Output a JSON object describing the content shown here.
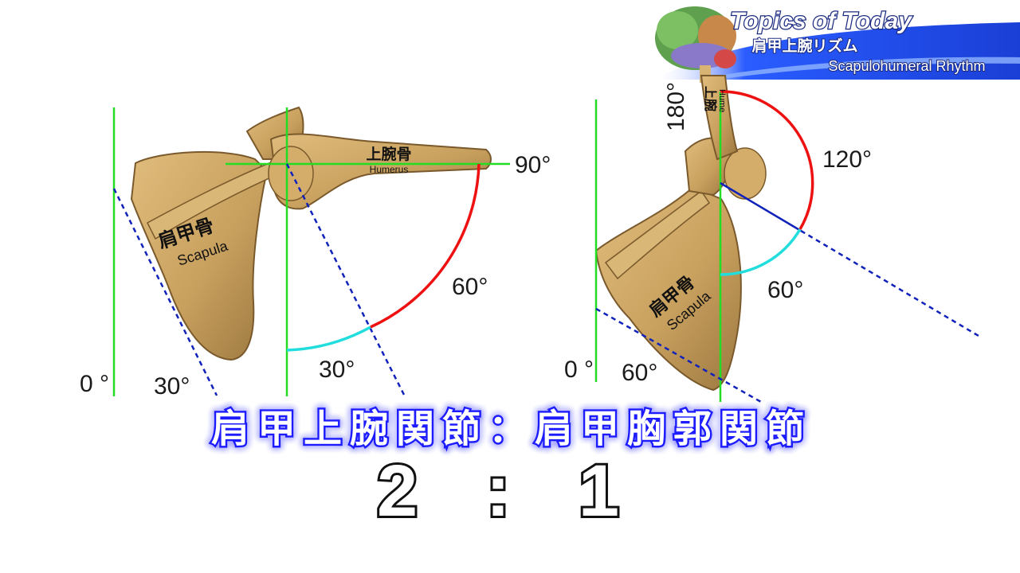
{
  "banner": {
    "title": "Topics of Today",
    "subtitle_jp": "肩甲上腕リズム",
    "subtitle_en": "Scapulohumeral Rhythm"
  },
  "left_figure": {
    "humerus_jp": "上腕骨",
    "humerus_en": "Humerus",
    "scapula_jp": "肩甲骨",
    "scapula_en": "Scapula",
    "angle_0": "0 °",
    "angle_30_scapula": "30°",
    "angle_30_arc": "30°",
    "angle_60": "60°",
    "angle_90": "90°"
  },
  "right_figure": {
    "humerus_jp": "上腕",
    "humerus_en": "Hume",
    "scapula_jp": "肩甲骨",
    "scapula_en": "Scapula",
    "angle_0": "0 °",
    "angle_60_scapula": "60°",
    "angle_60_arc": "60°",
    "angle_120": "120°",
    "angle_180": "180°"
  },
  "caption": {
    "ratio_labels": "肩甲上腕関節：肩甲胸郭関節",
    "ratio_values": "2 : 1"
  },
  "colors": {
    "bone": "#c9a15f",
    "bone_shadow": "#7a5a2c",
    "reference_line": "#22dd22",
    "arc_red": "#ee1111",
    "arc_cyan": "#22dddd",
    "dashed_blue": "#1122bb",
    "caption_blue": "#1a1aff",
    "banner_blue": "#2a5cff"
  }
}
